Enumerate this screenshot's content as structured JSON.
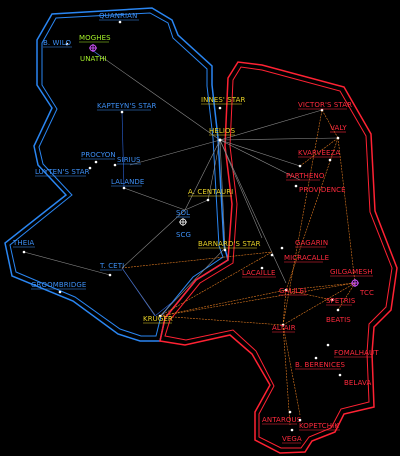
{
  "colors": {
    "background": "#000000",
    "blue_border": "#2a86f2",
    "red_border": "#ff2233",
    "blue_text": "#3d8ff5",
    "yellow_text": "#e8d227",
    "red_text": "#ff2a3d",
    "green_text": "#a6f22a",
    "gray_route": "#8a8a8a",
    "orange_route": "#e07a20",
    "blue_route": "#2c63d8",
    "capital_marker": "#c84ff0"
  },
  "stars": [
    {
      "id": "quanrian",
      "label": "QUANRIAN",
      "faction": "blue"
    },
    {
      "id": "b-wilo",
      "label": "B. WILO",
      "faction": "blue"
    },
    {
      "id": "moghes",
      "label": "MOGHES",
      "faction": "green",
      "capital": true
    },
    {
      "id": "unathi",
      "label": "UNATHI",
      "faction": "green"
    },
    {
      "id": "kapteyns-star",
      "label": "KAPTEYN'S STAR",
      "faction": "blue"
    },
    {
      "id": "procyon",
      "label": "PROCYON",
      "faction": "blue"
    },
    {
      "id": "sirius",
      "label": "SIRIUS",
      "faction": "blue"
    },
    {
      "id": "luytens-star",
      "label": "LUYTEN'S STAR",
      "faction": "blue"
    },
    {
      "id": "lalande",
      "label": "LALANDE",
      "faction": "blue"
    },
    {
      "id": "sol",
      "label": "SOL",
      "faction": "blue",
      "capital": true
    },
    {
      "id": "scg",
      "label": "SCG",
      "faction": "blue"
    },
    {
      "id": "theia",
      "label": "THEIA",
      "faction": "blue"
    },
    {
      "id": "t-ceti",
      "label": "T. CETI",
      "faction": "blue"
    },
    {
      "id": "groombridge",
      "label": "GROOMBRIDGE",
      "faction": "blue"
    },
    {
      "id": "innes-star",
      "label": "INNES' STAR",
      "faction": "yellow"
    },
    {
      "id": "helios",
      "label": "HELIOS",
      "faction": "yellow"
    },
    {
      "id": "a-centauri",
      "label": "A. CENTAURI",
      "faction": "yellow"
    },
    {
      "id": "barnards-star",
      "label": "BARNARD'S STAR",
      "faction": "yellow"
    },
    {
      "id": "kruger",
      "label": "KRUGER",
      "faction": "yellow"
    },
    {
      "id": "victors-star",
      "label": "VICTOR'S STAR",
      "faction": "red"
    },
    {
      "id": "valy",
      "label": "VALY",
      "faction": "red"
    },
    {
      "id": "kvarveeza",
      "label": "KVARVEEZA",
      "faction": "red"
    },
    {
      "id": "partheno",
      "label": "PARTHENO",
      "faction": "red"
    },
    {
      "id": "providence",
      "label": "PROVIDENCE",
      "faction": "red"
    },
    {
      "id": "gagarin",
      "label": "GAGARIN",
      "faction": "red"
    },
    {
      "id": "micracalle",
      "label": "MICRACALLE",
      "faction": "red"
    },
    {
      "id": "lacaille",
      "label": "LACAILLE",
      "faction": "red"
    },
    {
      "id": "gilgamesh",
      "label": "GILGAMESH",
      "faction": "red",
      "capital": true
    },
    {
      "id": "tcc",
      "label": "TCC",
      "faction": "red"
    },
    {
      "id": "galilei",
      "label": "GALILEI",
      "faction": "red"
    },
    {
      "id": "spetris",
      "label": "SPETRIS",
      "faction": "red"
    },
    {
      "id": "beatis",
      "label": "BEATIS",
      "faction": "red"
    },
    {
      "id": "altair",
      "label": "ALTAIR",
      "faction": "red"
    },
    {
      "id": "fomalhaut",
      "label": "FOMALHAUT",
      "faction": "red"
    },
    {
      "id": "b-berenices",
      "label": "B. BERENICES",
      "faction": "red"
    },
    {
      "id": "belava",
      "label": "BELAVA",
      "faction": "red"
    },
    {
      "id": "antarous",
      "label": "ANTAROUS",
      "faction": "red"
    },
    {
      "id": "kopetchik",
      "label": "KOPETCHIK",
      "faction": "red"
    },
    {
      "id": "vega",
      "label": "VEGA",
      "faction": "red"
    }
  ]
}
